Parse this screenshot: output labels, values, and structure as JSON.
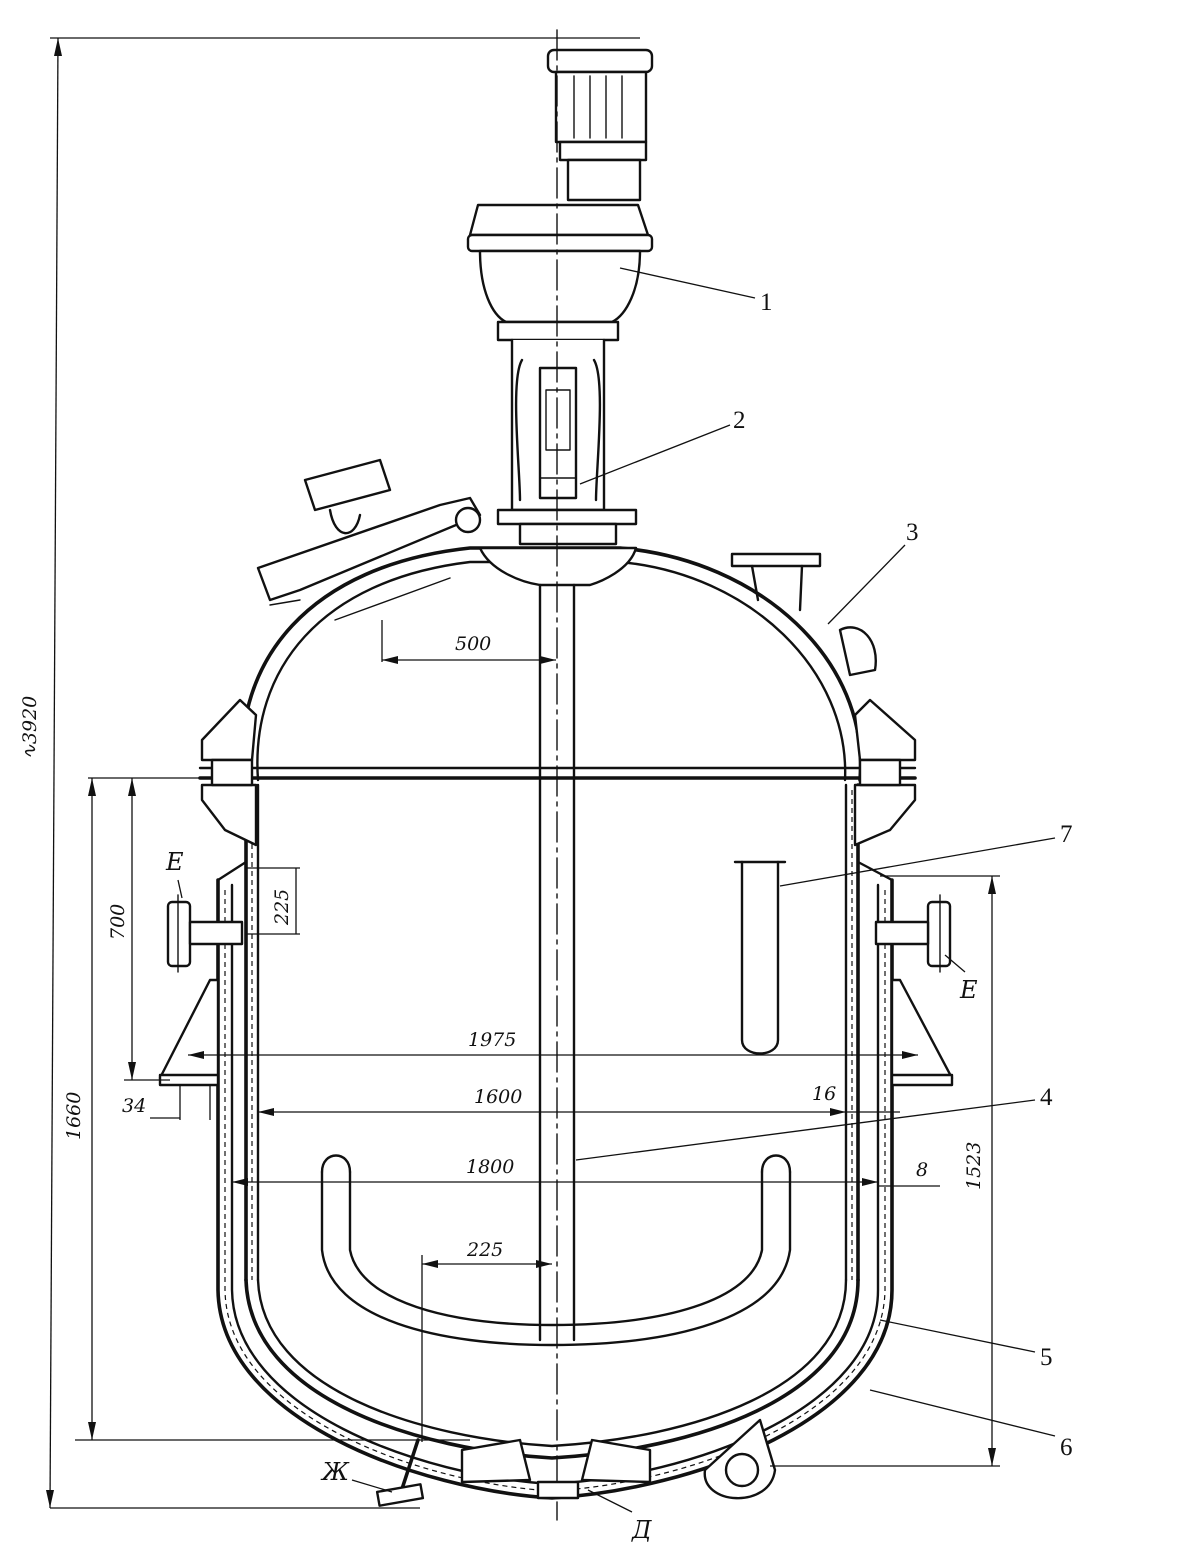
{
  "callouts": [
    "1",
    "2",
    "3",
    "4",
    "5",
    "6",
    "7"
  ],
  "dimensions": {
    "overall_height": "∿3920",
    "lid_offset": "500",
    "body_height": "1660",
    "flange_to_nozzle": "700",
    "nozzle_spacing": "225",
    "support_width": "1975",
    "inner_diameter": "1600",
    "jacket_diameter": "1800",
    "wall": "16",
    "gap": "8",
    "jacket_height": "1523",
    "bottom_offset": "225",
    "support_base": "34"
  },
  "ports": {
    "left_nozzle": "Е",
    "right_nozzle": "Е",
    "drain": "Ж",
    "bottom_outlet": "Д"
  }
}
